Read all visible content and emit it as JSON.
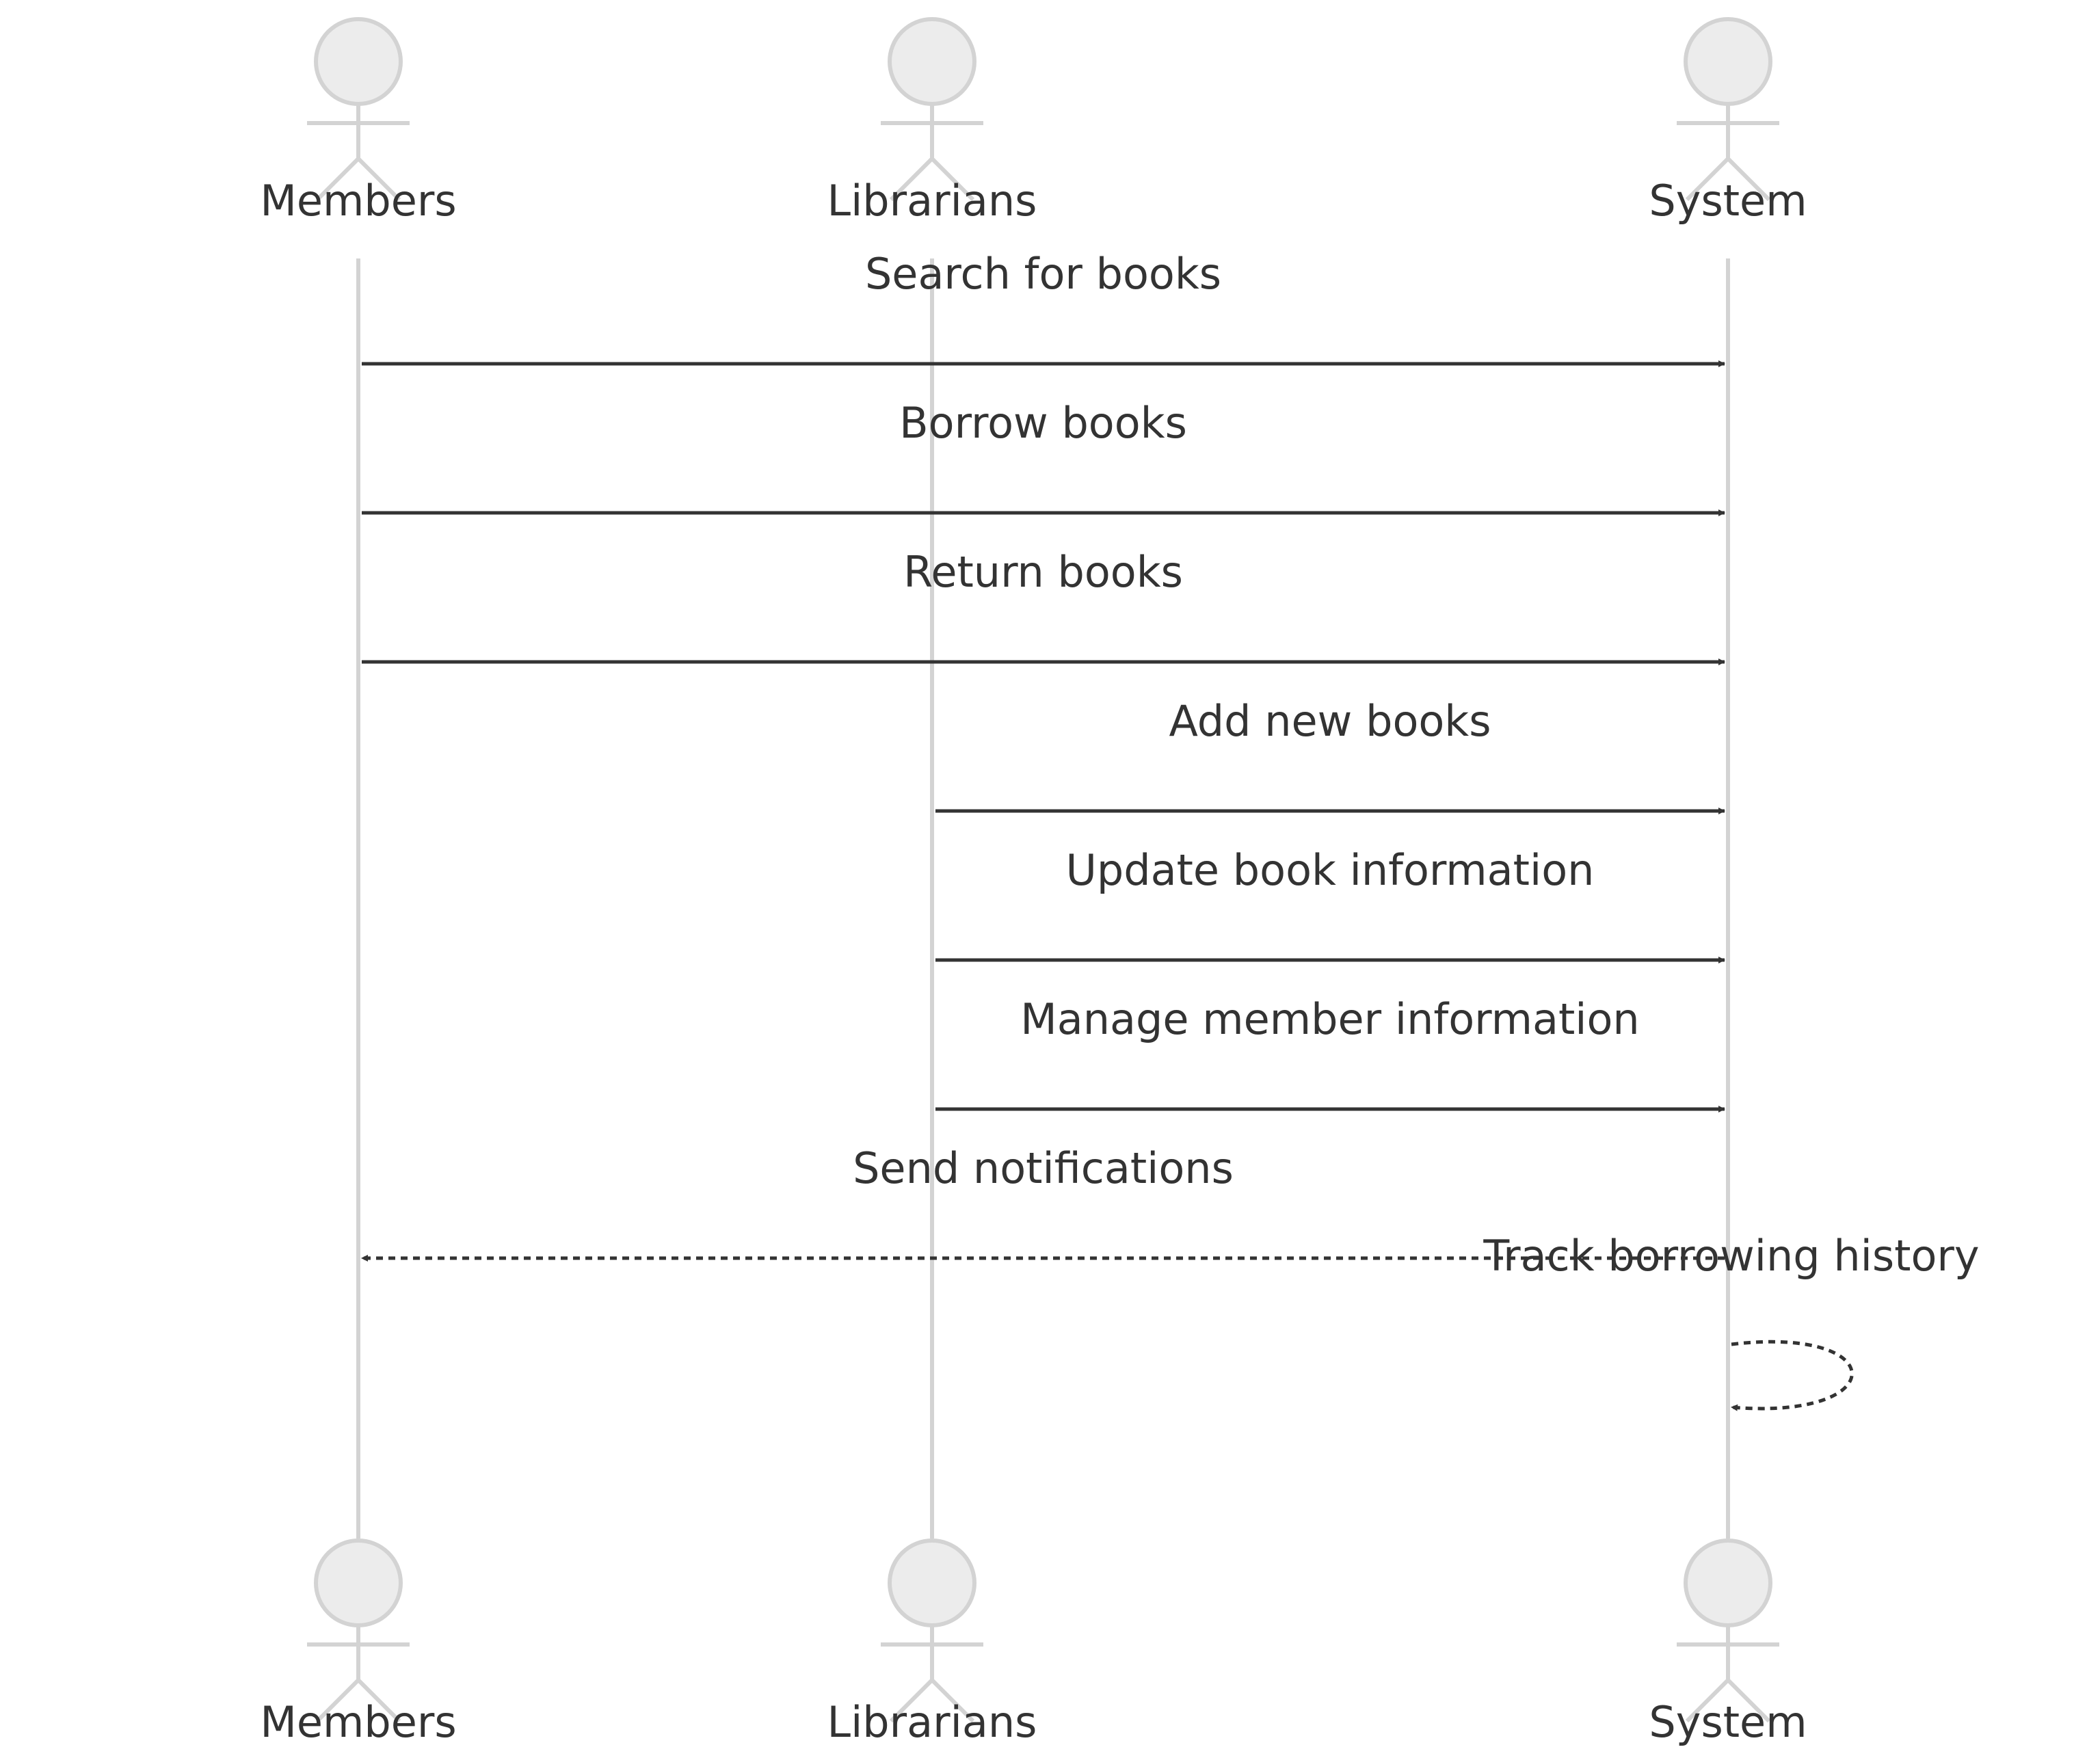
{
  "actors": [
    {
      "id": "members",
      "label": "Members"
    },
    {
      "id": "librarians",
      "label": "Librarians"
    },
    {
      "id": "system",
      "label": "System"
    }
  ],
  "messages": [
    {
      "from": "members",
      "to": "system",
      "label": "Search for books",
      "style": "solid"
    },
    {
      "from": "members",
      "to": "system",
      "label": "Borrow books",
      "style": "solid"
    },
    {
      "from": "members",
      "to": "system",
      "label": "Return books",
      "style": "solid"
    },
    {
      "from": "librarians",
      "to": "system",
      "label": "Add new books",
      "style": "solid"
    },
    {
      "from": "librarians",
      "to": "system",
      "label": "Update book information",
      "style": "solid"
    },
    {
      "from": "librarians",
      "to": "system",
      "label": "Manage member information",
      "style": "solid"
    },
    {
      "from": "system",
      "to": "members",
      "label": "Send notifications",
      "style": "dashed"
    },
    {
      "from": "system",
      "to": "system",
      "label": "Track borrowing history",
      "style": "dashed"
    }
  ],
  "colors": {
    "lifeline": "#d3d3d3",
    "actor_fill": "#ececec",
    "text": "#333333",
    "arrow": "#333333"
  }
}
